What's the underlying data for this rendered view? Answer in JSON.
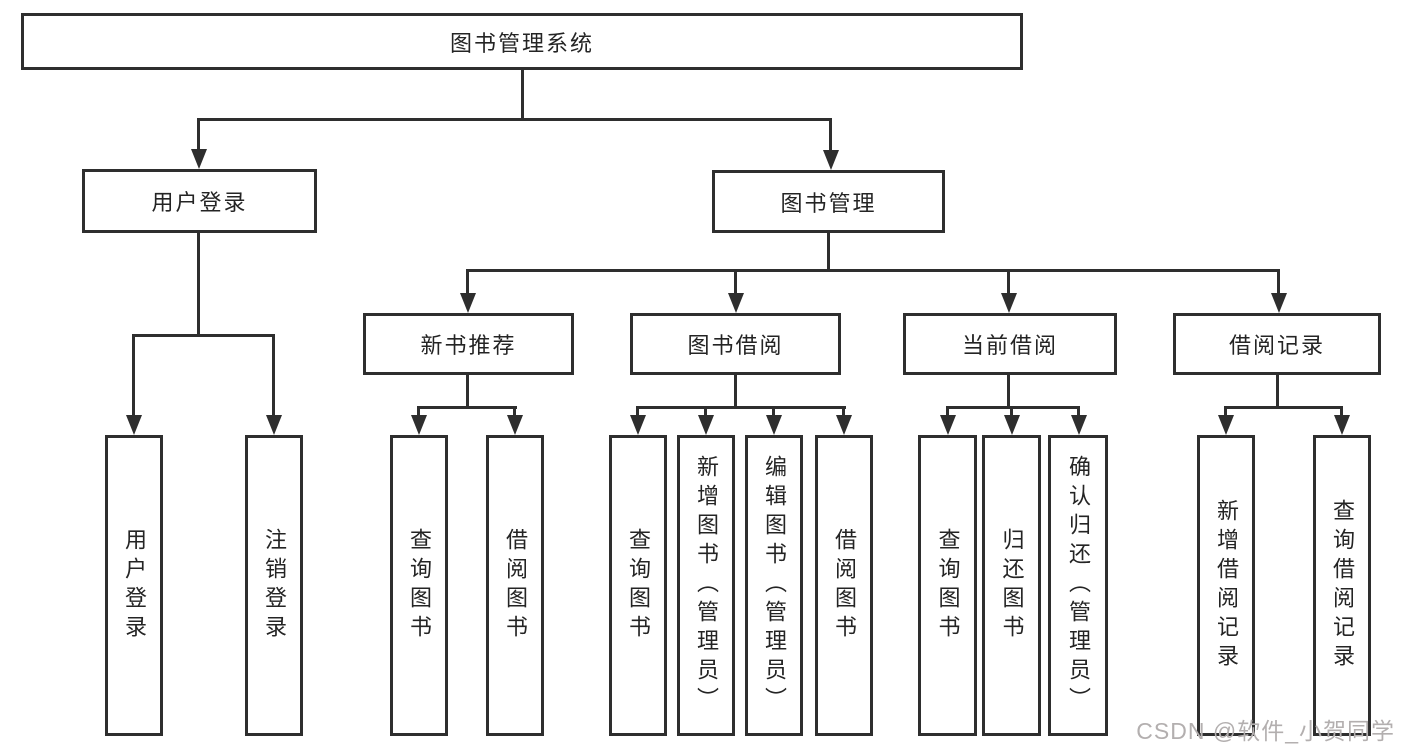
{
  "diagram_title": "图书管理系统",
  "nodes": {
    "root": {
      "label": "图书管理系统"
    },
    "user_login": {
      "label": "用户登录"
    },
    "book_mgmt": {
      "label": "图书管理"
    },
    "login_action": {
      "label": "用户登录"
    },
    "logout_action": {
      "label": "注销登录"
    },
    "new_book_rec": {
      "label": "新书推荐"
    },
    "book_borrow": {
      "label": "图书借阅"
    },
    "current_borrow": {
      "label": "当前借阅"
    },
    "borrow_record": {
      "label": "借阅记录"
    },
    "rec_query_book": {
      "label": "查询图书"
    },
    "rec_borrow_book": {
      "label": "借阅图书"
    },
    "bb_query_book": {
      "label": "查询图书"
    },
    "bb_add_book": {
      "label": "新增图书（管理员）"
    },
    "bb_edit_book": {
      "label": "编辑图书（管理员）"
    },
    "bb_borrow_book": {
      "label": "借阅图书"
    },
    "cb_query_book": {
      "label": "查询图书"
    },
    "cb_return_book": {
      "label": "归还图书"
    },
    "cb_confirm_return": {
      "label": "确认归还（管理员）"
    },
    "br_add_record": {
      "label": "新增借阅记录"
    },
    "br_query_record": {
      "label": "查询借阅记录"
    }
  },
  "watermark": {
    "text": "CSDN @软件_小贺同学"
  }
}
